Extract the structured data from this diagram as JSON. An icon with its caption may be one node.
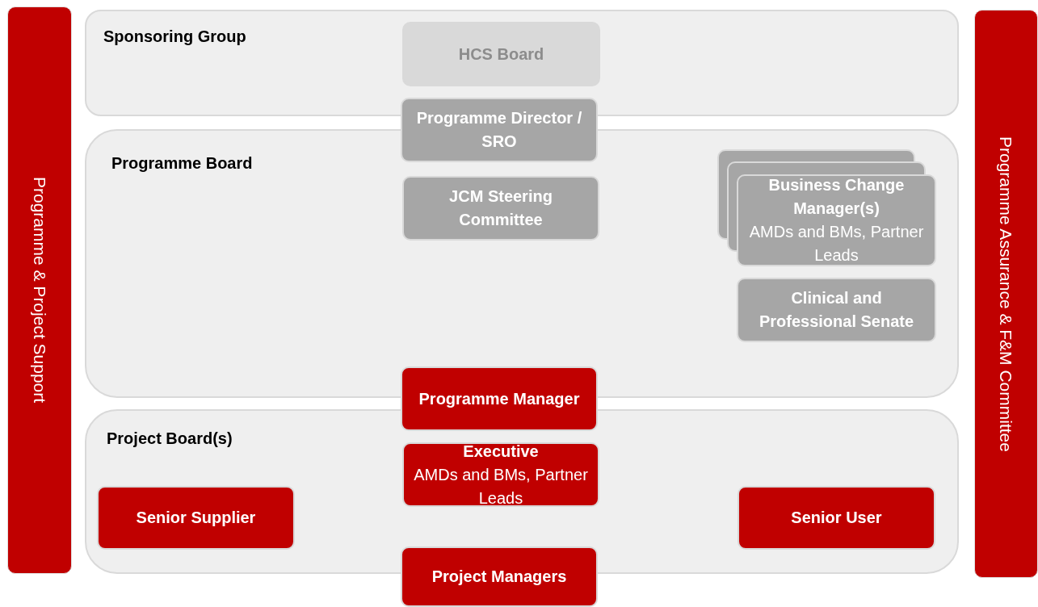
{
  "diagram": {
    "nodes": [
      {
        "text": [
          "Programme & Project Support"
        ]
      },
      {
        "text": [
          "Sponsoring Group"
        ]
      },
      {
        "text": [
          "HCS Board"
        ],
        "in": 1
      },
      {
        "text": [
          "Programme Board"
        ]
      },
      {
        "text": [
          "Programme Director / SRO"
        ]
      },
      {
        "text": [
          "JCM Steering Committee"
        ],
        "in": 3
      },
      {
        "text": [
          "Business Change Manager(s)",
          "AMDs and BMs, Partner Leads"
        ],
        "in": 3
      },
      {
        "text": [
          "Clinical and Professional Senate"
        ],
        "in": 3
      },
      {
        "text": [
          "Project Board(s)"
        ]
      },
      {
        "text": [
          "Programme Manager"
        ]
      },
      {
        "text": [
          "Executive",
          "AMDs and BMs, Partner Leads"
        ],
        "in": 8
      },
      {
        "text": [
          "Senior Supplier"
        ],
        "in": 8
      },
      {
        "text": [
          "Senior User"
        ],
        "in": 8
      },
      {
        "text": [
          "Project Managers"
        ]
      },
      {
        "text": [
          "Programme Assurance & F&M Committee"
        ]
      }
    ]
  }
}
